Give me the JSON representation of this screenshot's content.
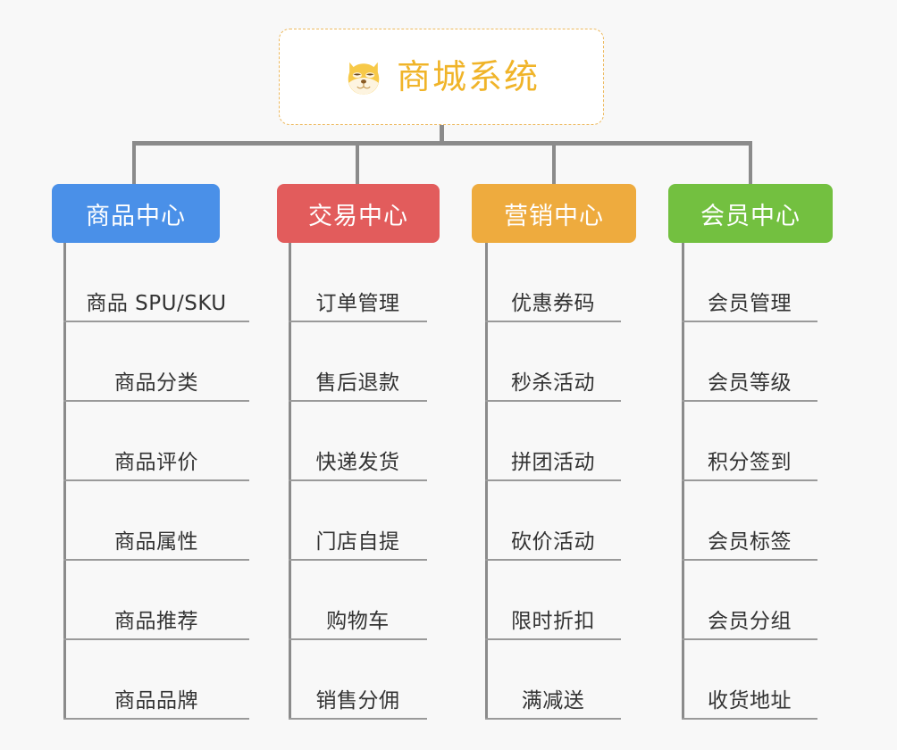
{
  "background_color": "#f8f8f8",
  "root": {
    "icon": "shiba-dog-emoji",
    "label": "商城系统",
    "color": "#f0b429",
    "border_color": "#edb95e"
  },
  "connector_color": "#8b8b8b",
  "columns": [
    {
      "id": "product-center",
      "title": "商品中心",
      "color": "#4a90e8",
      "items": [
        "商品 SPU/SKU",
        "商品分类",
        "商品评价",
        "商品属性",
        "商品推荐",
        "商品品牌"
      ]
    },
    {
      "id": "trade-center",
      "title": "交易中心",
      "color": "#e25c5c",
      "items": [
        "订单管理",
        "售后退款",
        "快递发货",
        "门店自提",
        "购物车",
        "销售分佣"
      ]
    },
    {
      "id": "marketing-center",
      "title": "营销中心",
      "color": "#eeab3e",
      "items": [
        "优惠券码",
        "秒杀活动",
        "拼团活动",
        "砍价活动",
        "限时折扣",
        "满减送"
      ]
    },
    {
      "id": "member-center",
      "title": "会员中心",
      "color": "#73c040",
      "items": [
        "会员管理",
        "会员等级",
        "积分签到",
        "会员标签",
        "会员分组",
        "收货地址"
      ]
    }
  ]
}
